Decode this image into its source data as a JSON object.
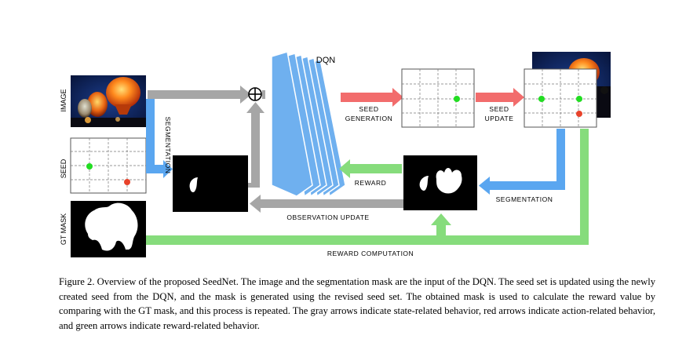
{
  "diagram": {
    "row_labels": {
      "image": "IMAGE",
      "seed": "SEED",
      "gt_mask": "GT MASK"
    },
    "dqn_label": "DQN",
    "plus_symbol": "⊕",
    "arrow_labels": {
      "segmentation_vertical": "SEGMENTATION",
      "seed_generation_line1": "SEED",
      "seed_generation_line2": "GENERATION",
      "seed_update_line1": "SEED",
      "seed_update_line2": "UPDATE",
      "reward": "REWARD",
      "segmentation_right": "SEGMENTATION",
      "observation_update": "OBSERVATION UPDATE",
      "reward_computation": "REWARD COMPUTATION"
    },
    "colors": {
      "gray_arrow": "#a6a6a6",
      "red_arrow": "#f26c6c",
      "green_arrow": "#86dc7c",
      "blue_arrow": "#5aa6f0",
      "dqn_blue": "#6fb0ef",
      "seed_green": "#22dd22",
      "seed_red": "#e8432b"
    }
  },
  "caption": {
    "figure_label": "Figure 2.",
    "text": "Overview of the proposed SeedNet. The image and the segmentation mask are the input of the DQN. The seed set is updated using the newly created seed from the DQN, and the mask is generated using the revised seed set. The obtained mask is used to calculate the reward value by comparing with the GT mask, and this process is repeated. The gray arrows indicate state-related behavior, red arrows indicate action-related behavior, and green arrows indicate reward-related behavior."
  }
}
